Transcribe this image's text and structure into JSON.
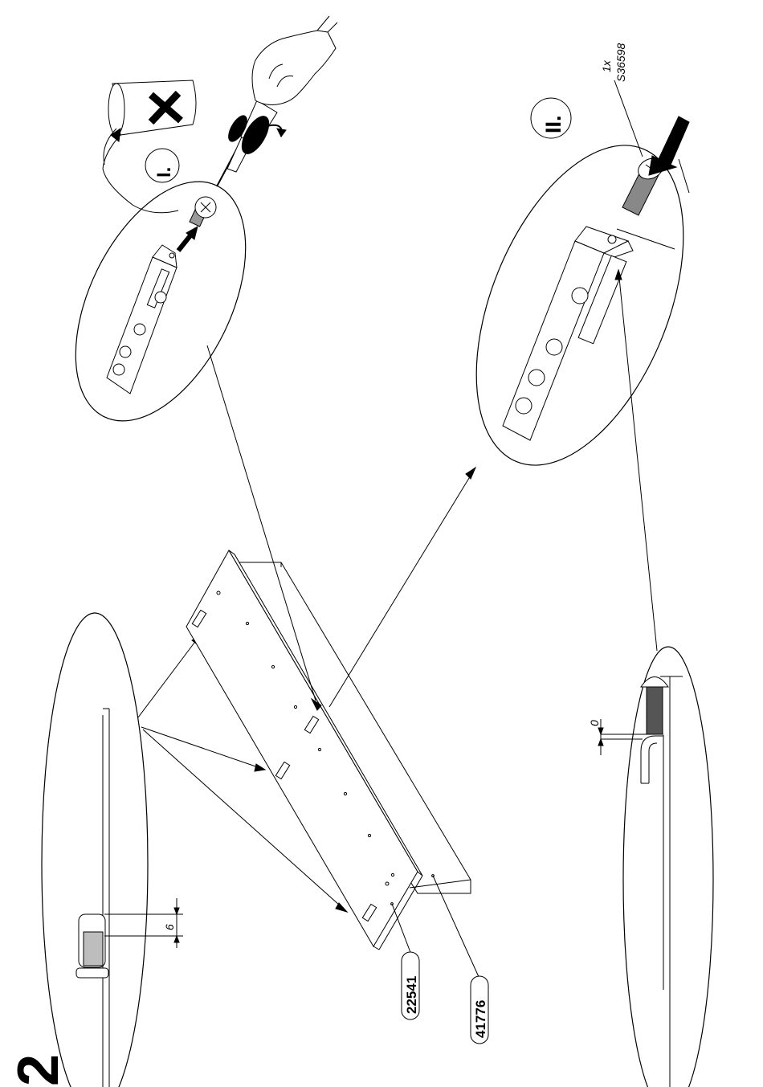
{
  "step": {
    "number": "2"
  },
  "parts": {
    "top_panel_code": "22541",
    "back_panel_code": "41776"
  },
  "detail_one": {
    "step_label": "I."
  },
  "detail_two": {
    "step_label": "II.",
    "screw_qty": "1x",
    "screw_code": "S36598"
  },
  "measurements": {
    "insert_depth": "6",
    "gap": "0"
  },
  "icons": [
    "wrong-tool-x-icon",
    "screwdriver-icon",
    "hand-icon",
    "rotate-arrow-icon",
    "push-arrow-icon"
  ]
}
